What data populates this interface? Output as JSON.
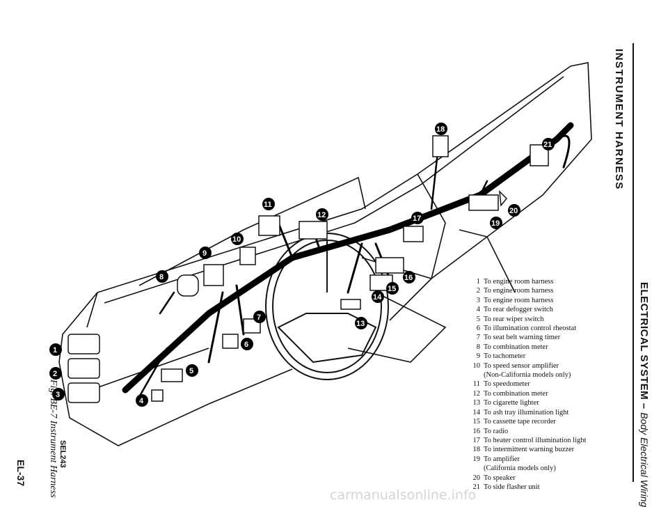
{
  "header": {
    "section_title": "INSTRUMENT HARNESS",
    "chapter_title": "ELECTRICAL SYSTEM –",
    "chapter_subtitle": "Body Electrical Wiring"
  },
  "figure": {
    "caption": "Fig. BE-7 Instrument Harness",
    "code": "SEL243"
  },
  "page_number": "EL-37",
  "legend": [
    {
      "num": "1",
      "text": "To engine room harness"
    },
    {
      "num": "2",
      "text": "To engine room harness"
    },
    {
      "num": "3",
      "text": "To engine room harness"
    },
    {
      "num": "4",
      "text": "To rear defogger switch"
    },
    {
      "num": "5",
      "text": "To rear wiper switch"
    },
    {
      "num": "6",
      "text": "To illumination control rheostat"
    },
    {
      "num": "7",
      "text": "To seat belt warning timer"
    },
    {
      "num": "8",
      "text": "To combination meter"
    },
    {
      "num": "9",
      "text": "To tachometer"
    },
    {
      "num": "10",
      "text": "To speed sensor amplifier"
    },
    {
      "num": "",
      "text": "(Non-California models only)"
    },
    {
      "num": "11",
      "text": "To speedometer"
    },
    {
      "num": "12",
      "text": "To combination meter"
    },
    {
      "num": "13",
      "text": "To cigarette lighter"
    },
    {
      "num": "14",
      "text": "To ash tray illumination light"
    },
    {
      "num": "15",
      "text": "To cassette tape recorder"
    },
    {
      "num": "16",
      "text": "To radio"
    },
    {
      "num": "17",
      "text": "To heater control illumination light"
    },
    {
      "num": "18",
      "text": "To intermittent warning buzzer"
    },
    {
      "num": "19",
      "text": "To amplifier"
    },
    {
      "num": "",
      "text": "(California models only)"
    },
    {
      "num": "20",
      "text": "To speaker"
    },
    {
      "num": "21",
      "text": "To side flasher unit"
    }
  ],
  "callouts": [
    "1",
    "2",
    "3",
    "4",
    "5",
    "6",
    "7",
    "8",
    "9",
    "10",
    "11",
    "12",
    "13",
    "14",
    "15",
    "16",
    "17",
    "18",
    "19",
    "20",
    "21"
  ],
  "watermark": "carmanualsonline.info"
}
